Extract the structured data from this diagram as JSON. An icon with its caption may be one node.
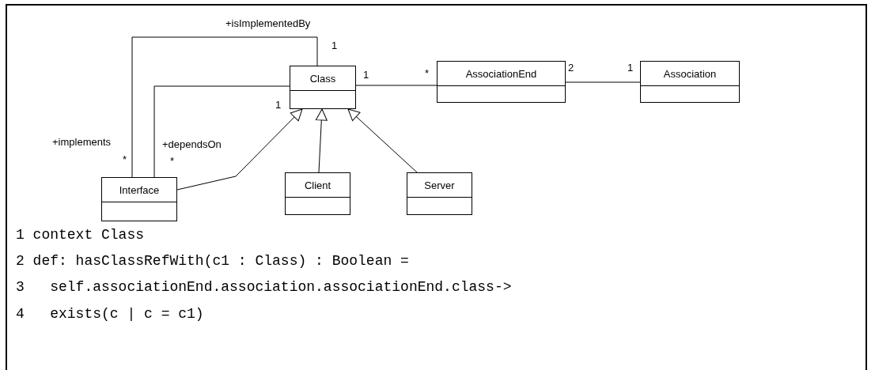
{
  "diagram": {
    "nodes": [
      {
        "text": [
          "Class"
        ]
      },
      {
        "text": [
          "AssociationEnd"
        ]
      },
      {
        "text": [
          "Association"
        ]
      },
      {
        "text": [
          "Interface"
        ]
      },
      {
        "text": [
          "Client"
        ]
      },
      {
        "text": [
          "Server"
        ]
      }
    ],
    "edges": [
      {
        "from": 3,
        "to": 0,
        "arrow": "none"
      },
      {
        "from": 3,
        "to": 0,
        "arrow": "none"
      },
      {
        "from": 3,
        "to": 0,
        "arrow": "to"
      },
      {
        "from": 4,
        "to": 0,
        "arrow": "to"
      },
      {
        "from": 5,
        "to": 0,
        "arrow": "to"
      },
      {
        "from": 0,
        "to": 1,
        "arrow": "none"
      },
      {
        "from": 1,
        "to": 2,
        "arrow": "none"
      }
    ],
    "labels": [
      "+isImplementedBy",
      "1",
      "1",
      "*",
      "2",
      "1",
      "1",
      "+implements",
      "+dependsOn",
      "*",
      "*",
      "1 context Class",
      "2 def: hasClassRefWith(c1 : Class) : Boolean =",
      "3   self.associationEnd.association.associationEnd.class->",
      "4   exists(c | c = c1)"
    ]
  }
}
